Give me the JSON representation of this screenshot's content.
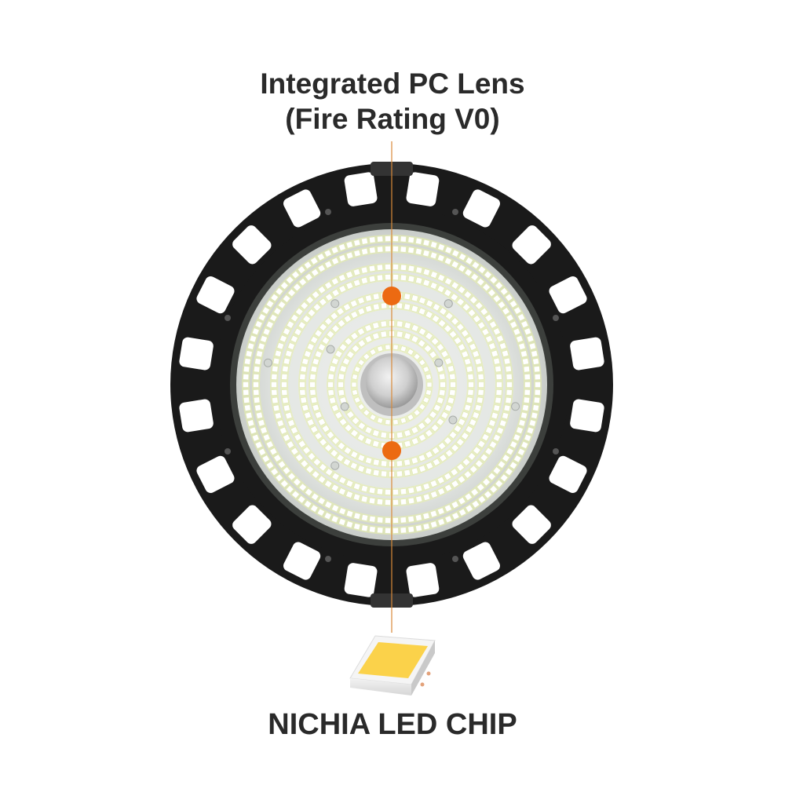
{
  "labels": {
    "lens_line1": "Integrated PC Lens",
    "lens_line2": "(Fire Rating V0)",
    "chip": "NICHIA LED CHIP"
  },
  "colors": {
    "housing": "#1a1a1a",
    "leader": "#d98a3a",
    "marker": "#ec6a12",
    "led": "#ffffff",
    "led_glow": "#e9f2a6",
    "chip_phosphor": "#fbd24a"
  }
}
